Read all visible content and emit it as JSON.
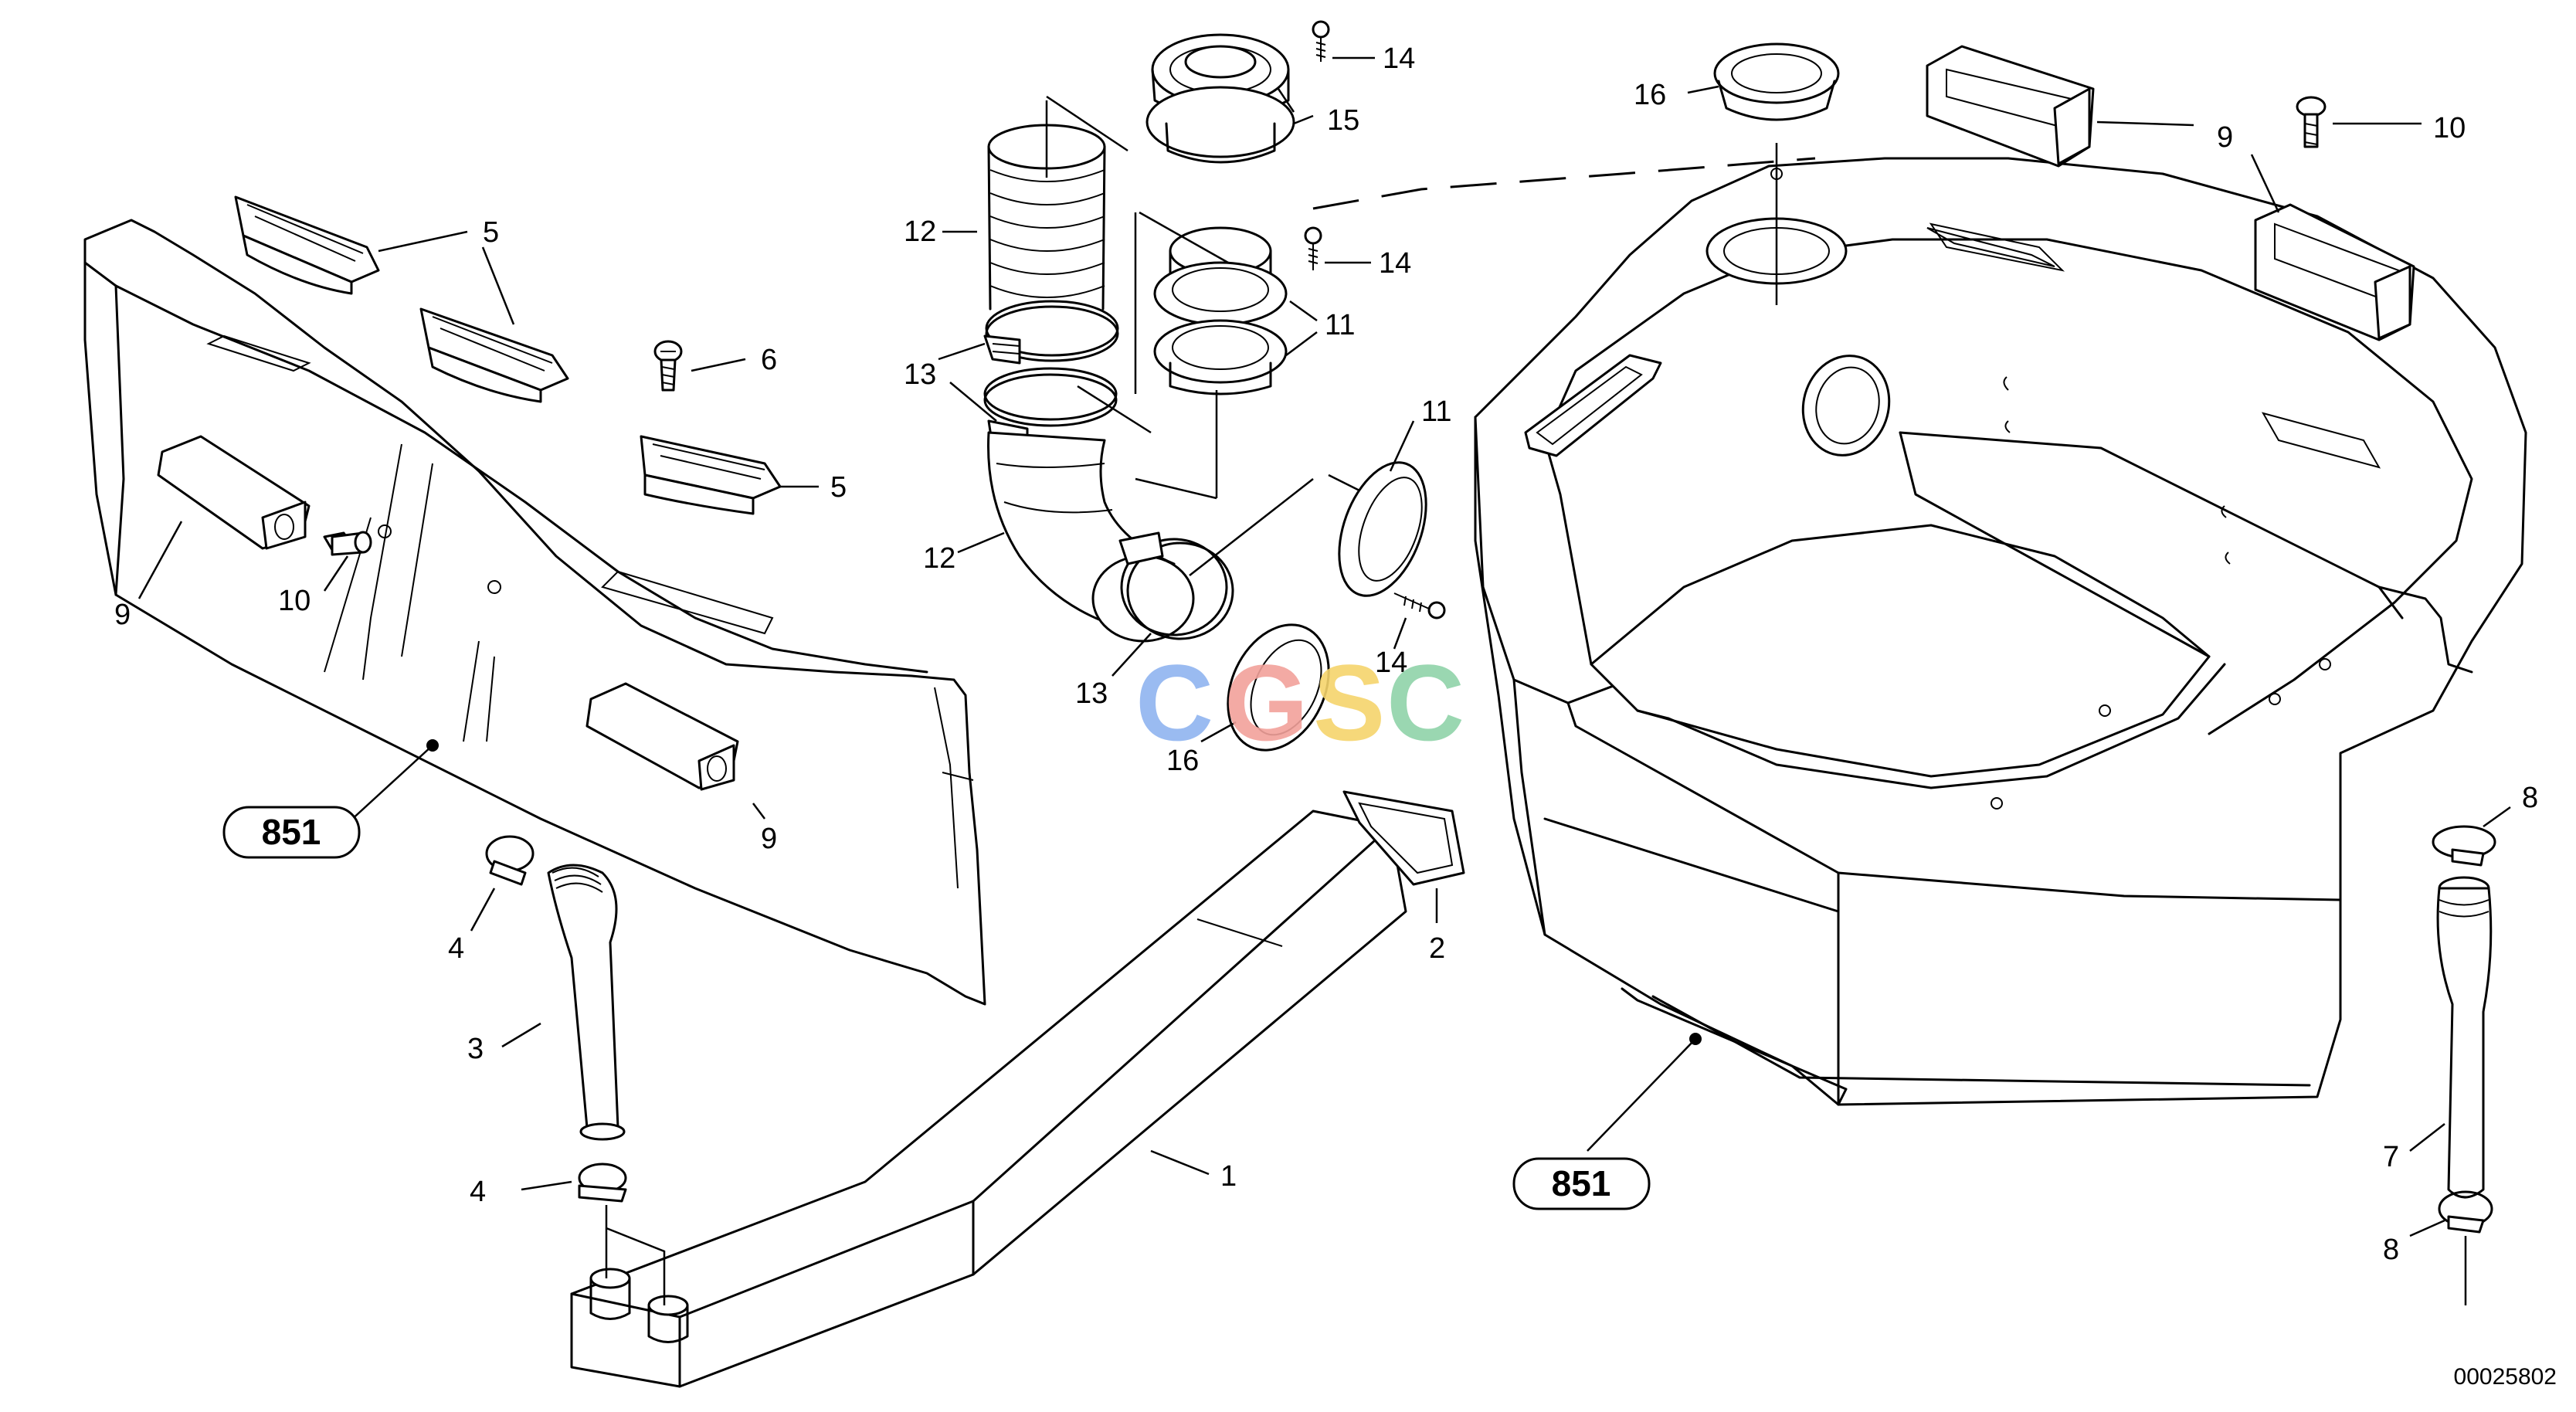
{
  "watermark": {
    "letters": [
      "C",
      "G",
      "S",
      "C"
    ],
    "colors": [
      "#8fb4f0",
      "#f2a19a",
      "#f5d46b",
      "#8fd3a8"
    ]
  },
  "callouts": {
    "c1": "1",
    "c2": "2",
    "c3": "3",
    "c4a": "4",
    "c4b": "4",
    "c5a": "5",
    "c5b": "5",
    "c5c": "5",
    "c6": "6",
    "c7": "7",
    "c8a": "8",
    "c8b": "8",
    "c9a": "9",
    "c9b": "9",
    "c9c": "9",
    "c10a": "10",
    "c10b": "10",
    "c11a": "11",
    "c11b": "11",
    "c12a": "12",
    "c12b": "12",
    "c13a": "13",
    "c13b": "13",
    "c14a": "14",
    "c14b": "14",
    "c14c": "14",
    "c15": "15",
    "c16a": "16",
    "c16b": "16"
  },
  "references": {
    "ref_left": "851",
    "ref_right": "851"
  },
  "drawing_code": "00025802"
}
